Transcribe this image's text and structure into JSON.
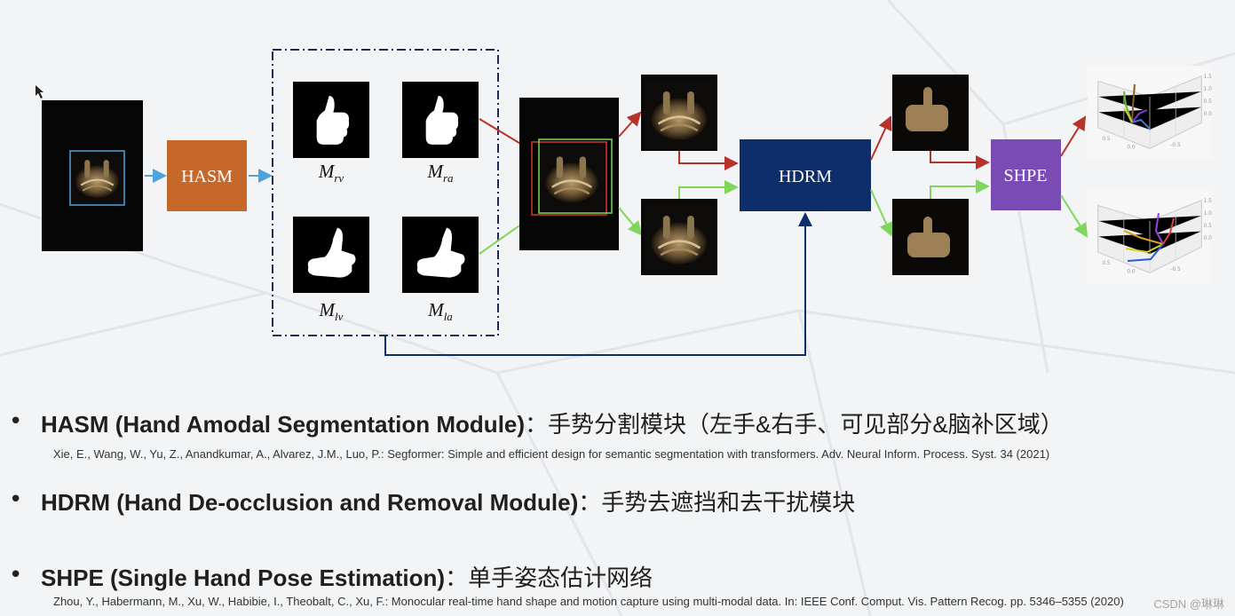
{
  "modules": {
    "hasm": "HASM",
    "hdrm": "HDRM",
    "shpe": "SHPE"
  },
  "masks": [
    {
      "main": "M",
      "sub": "rv"
    },
    {
      "main": "M",
      "sub": "ra"
    },
    {
      "main": "M",
      "sub": "lv"
    },
    {
      "main": "M",
      "sub": "la"
    }
  ],
  "bullets": [
    {
      "title": "HASM (Hand Amodal Segmentation Module)",
      "desc": "：手势分割模块（左手&右手、可见部分&脑补区域）",
      "ref": "Xie, E., Wang, W., Yu, Z., Anandkumar, A., Alvarez, J.M., Luo, P.: Segformer: Simple and efficient design for semantic segmentation with transformers. Adv. Neural Inform. Process. Syst. 34 (2021)"
    },
    {
      "title": "HDRM (Hand De-occlusion and Removal Module)",
      "desc": "：手势去遮挡和去干扰模块",
      "ref": ""
    },
    {
      "title": "SHPE (Single Hand Pose Estimation)",
      "desc": "：单手姿态估计网络",
      "ref": "Zhou, Y., Habermann, M., Xu, W., Habibie, I., Theobalt, C., Xu, F.: Monocular real-time hand shape and motion capture using multi-modal data. In: IEEE Conf. Comput. Vis. Pattern Recog. pp. 5346–5355 (2020)"
    }
  ],
  "watermark": "CSDN @琳琳",
  "colors": {
    "hasm": "#c5682a",
    "hdrm": "#0d2d6b",
    "shpe": "#7b4bb5",
    "arrow_blue": "#4da3dc",
    "arrow_red": "#b8322a",
    "arrow_green": "#7fd65b",
    "dash_frame": "#1e2a5a"
  }
}
